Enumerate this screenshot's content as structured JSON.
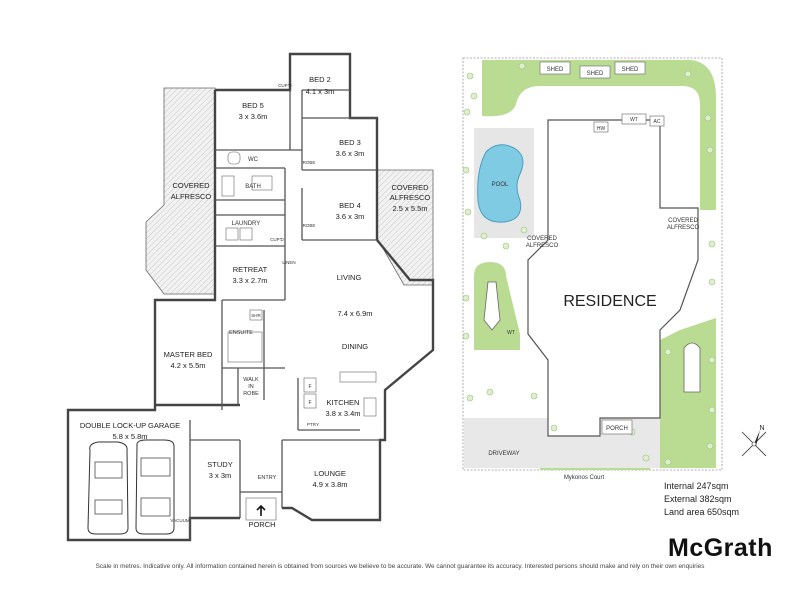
{
  "floorplan": {
    "rooms": {
      "bed2": {
        "name": "BED 2",
        "size": "4.1 x 3m"
      },
      "bed5": {
        "name": "BED 5",
        "size": "3 x 3.6m"
      },
      "bed3": {
        "name": "BED 3",
        "size": "3.6 x 3m"
      },
      "bed4": {
        "name": "BED 4",
        "size": "3.6 x 3m"
      },
      "alfresco_left": {
        "line1": "COVERED",
        "line2": "ALFRESCO"
      },
      "alfresco_right": {
        "line1": "COVERED",
        "line2": "ALFRESCO",
        "size": "2.5 x 5.5m"
      },
      "wc": "WC",
      "bath": "BATH",
      "laundry": "LAUNDRY",
      "retreat": {
        "name": "RETREAT",
        "size": "3.3 x 2.7m"
      },
      "living": {
        "name": "LIVING",
        "size": "7.4 x 6.9m"
      },
      "dining": "DINING",
      "ensuite": "ENSUITE",
      "master": {
        "name": "MASTER BED",
        "size": "4.2 x 5.5m"
      },
      "wir": {
        "line1": "WALK",
        "line2": "IN",
        "line3": "ROBE"
      },
      "kitchen": {
        "name": "KITCHEN",
        "size": "3.8 x 3.4m"
      },
      "garage": {
        "name": "DOUBLE LOCK-UP GARAGE",
        "size": "5.8 x 5.8m"
      },
      "study": {
        "name": "STUDY",
        "size": "3 x 3m"
      },
      "entry": "ENTRY",
      "lounge": {
        "name": "LOUNGE",
        "size": "4.9 x 3.8m"
      },
      "porch": "PORCH"
    },
    "small_labels": {
      "cupd": "CUP'D",
      "robe": "ROBE",
      "linen": "LINEN",
      "pantry": "PTRY",
      "fridge": "F",
      "vacuum": "VACUUM",
      "shower": "SHR"
    }
  },
  "siteplan": {
    "shed_labels": [
      "SHED",
      "SHED",
      "SHED"
    ],
    "hw": "HW",
    "wt": "WT",
    "ac": "AC",
    "pool": "POOL",
    "covered_alfresco_right": {
      "line1": "COVERED",
      "line2": "ALFRESCO"
    },
    "covered_alfresco_left": {
      "line1": "COVERED",
      "line2": "ALFRESCO"
    },
    "residence": "RESIDENCE",
    "wt_small": "WT",
    "porch": "PORCH",
    "driveway": "DRIVEWAY",
    "street": "Mykonos Court",
    "north": "N",
    "colors": {
      "lawn": "#b9dc92",
      "pool": "#7fcbe4",
      "paving": "#dcdcdc"
    }
  },
  "stats": {
    "internal": "Internal 247sqm",
    "external": "External 382sqm",
    "land": "Land area 650sqm"
  },
  "brand": "McGrath",
  "disclaimer": "Scale in metres. Indicative only. All information contained herein is obtained from sources we believe to be accurate. We cannot guarantee its accuracy. Interested persons should make and rely on their own enquiries"
}
